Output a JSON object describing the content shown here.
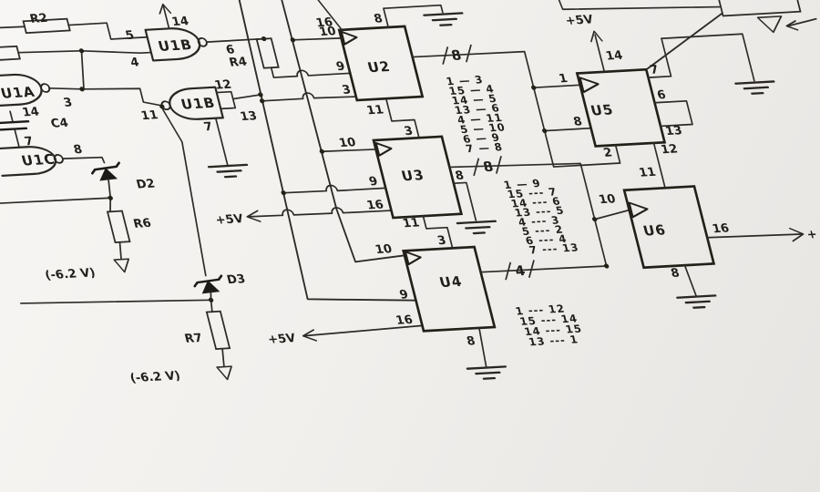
{
  "labels": {
    "r2": "R2",
    "r4": "R4",
    "r6": "R6",
    "r7": "R7",
    "c4": "C4",
    "d2": "D2",
    "d3": "D3",
    "u1a": "U1A",
    "u1b1": "U1B",
    "u1b2": "U1B",
    "u1c": "U1C",
    "u2": "U2",
    "u3": "U3",
    "u4": "U4",
    "u5": "U5",
    "u6": "U6"
  },
  "power": {
    "plus5v": "+5V",
    "neg62": "(-6.2 V)",
    "plus": "+"
  },
  "pins": {
    "u1a_out": "3",
    "u1a_14": "14",
    "u1c_7": "7",
    "u1c_out": "8",
    "u1b1_in1": "5",
    "u1b1_in2": "4",
    "u1b1_out": "6",
    "u1b1_vcc": "14",
    "u1b2_out": "11",
    "u1b2_in1": "12",
    "u1b2_in2": "13",
    "u1b2_gnd": "7",
    "u2_16": "16",
    "u2_8": "8",
    "u2_10": "10",
    "u2_9": "9",
    "u2_3": "3",
    "u2_11": "11",
    "u3_3": "3",
    "u3_10": "10",
    "u3_9": "9",
    "u3_16": "16",
    "u3_8": "8",
    "u3_11": "11",
    "u4_3": "3",
    "u4_10": "10",
    "u4_9": "9",
    "u4_16": "16",
    "u4_8": "8",
    "u5_14": "14",
    "u5_1": "1",
    "u5_8": "8",
    "u5_7": "7",
    "u5_6": "6",
    "u5_13": "13",
    "u5_12": "12",
    "u5_2": "2",
    "u6_11": "11",
    "u6_10": "10",
    "u6_16": "16",
    "u6_8": "8"
  },
  "bus_widths": {
    "b1": "8",
    "b2": "8",
    "b3": "4"
  },
  "pin_maps": {
    "list1": [
      "1 — 3",
      "15 — 4",
      "14 — 5",
      "13 — 6",
      "4 — 11",
      "5 — 10",
      "6 — 9",
      "7 — 8"
    ],
    "list2": [
      "1 — 9",
      "15 --- 7",
      "14 --- 6",
      "13 --- 5",
      "4 --- 3",
      "5 --- 2",
      "6 --- 4",
      "7 --- 13"
    ],
    "list3": [
      "1 --- 12",
      "15 --- 14",
      "14 --- 15",
      "13 --- 1"
    ]
  }
}
